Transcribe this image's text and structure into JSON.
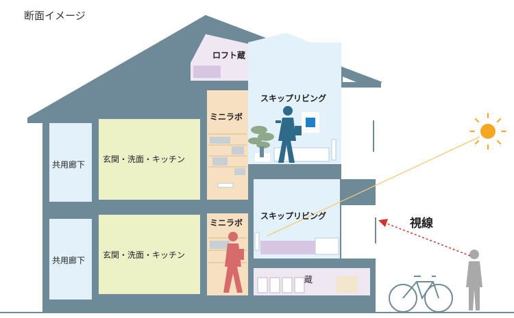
{
  "title": "断面イメージ",
  "labels": {
    "loft": "ロフト蔵",
    "skip_living_upper": "スキップリビング",
    "mini_lab_upper": "ミニラボ",
    "corridor_upper": "共用廊下",
    "entrance_upper": "玄関・洗面・キッチン",
    "skip_living_lower": "スキップリビング",
    "mini_lab_lower": "ミニラボ",
    "corridor_lower": "共用廊下",
    "entrance_lower": "玄関・洗面・キッチン",
    "storage": "蔵",
    "sightline": "視線"
  },
  "colors": {
    "structure": "#6e8a98",
    "living_room": "#e3f1fa",
    "lab_room": "#f7dfc2",
    "entrance_room": "#eef1c8",
    "corridor_room": "#e3f1fa",
    "loft_room": "#efe8f3",
    "storage_room": "#efe8f3",
    "sun": "#f5a623",
    "sun_ray": "#f7c878",
    "sightline": "#d0342c",
    "person_upper": "#2f6a88",
    "person_lower": "#d66b6b",
    "person_outside": "#a9a9a9"
  }
}
